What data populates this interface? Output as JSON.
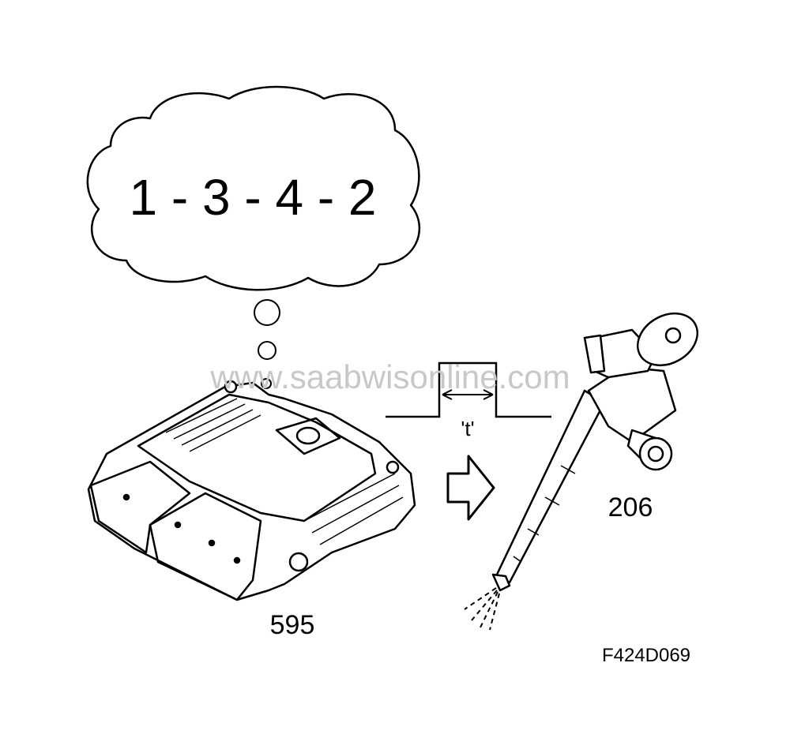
{
  "firing_order": "1 - 3 - 4 - 2",
  "watermark": "www.saabwisonline.com",
  "pulse_label": "'t'",
  "ecu_label": "595",
  "injector_label": "206",
  "figure_code": "F424D069"
}
